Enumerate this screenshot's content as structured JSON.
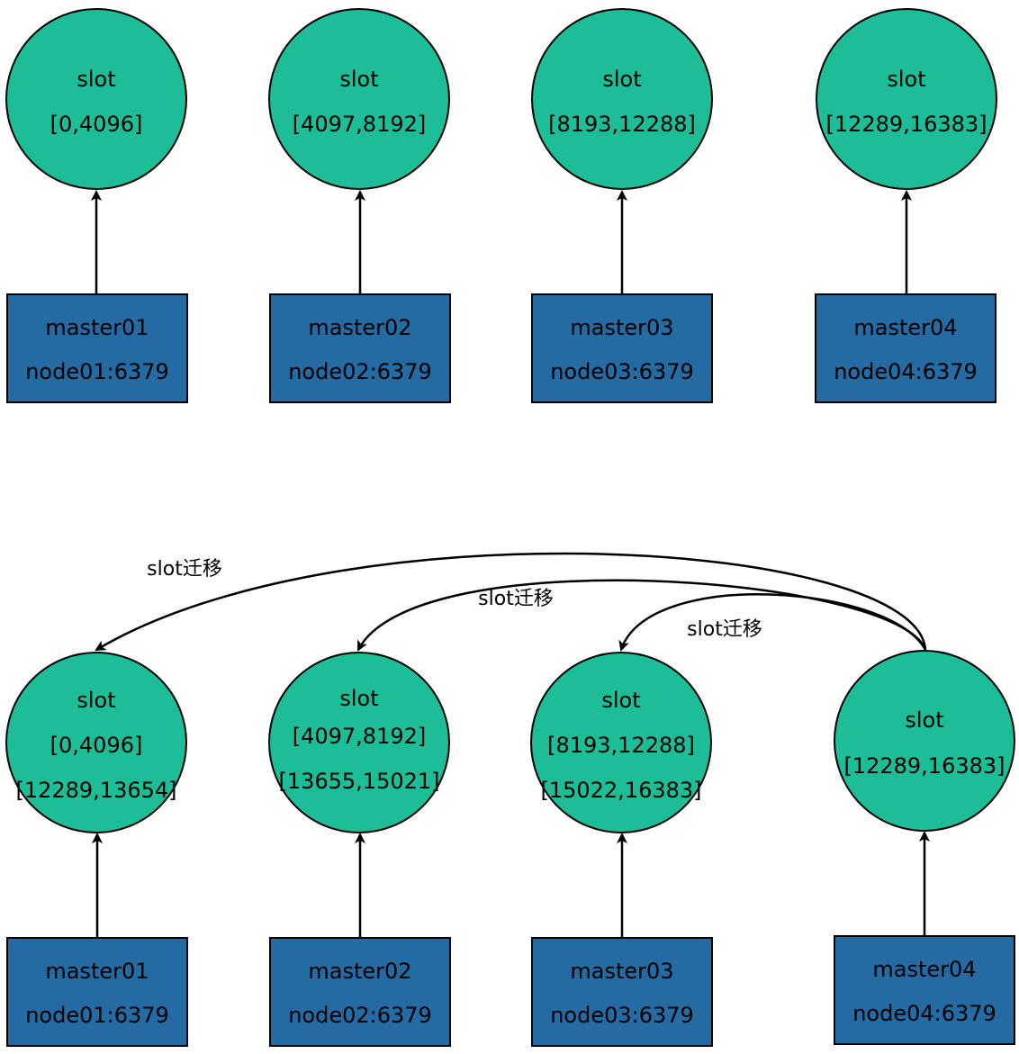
{
  "top_section": {
    "slots": [
      {
        "title": "slot",
        "ranges": [
          "[0,4096]"
        ]
      },
      {
        "title": "slot",
        "ranges": [
          "[4097,8192]"
        ]
      },
      {
        "title": "slot",
        "ranges": [
          "[8193,12288]"
        ]
      },
      {
        "title": "slot",
        "ranges": [
          "[12289,16383]"
        ]
      }
    ],
    "masters": [
      {
        "name": "master01",
        "address": "node01:6379"
      },
      {
        "name": "master02",
        "address": "node02:6379"
      },
      {
        "name": "master03",
        "address": "node03:6379"
      },
      {
        "name": "master04",
        "address": "node04:6379"
      }
    ]
  },
  "bottom_section": {
    "slots": [
      {
        "title": "slot",
        "ranges": [
          "[0,4096]",
          "[12289,13654]"
        ]
      },
      {
        "title": "slot",
        "ranges": [
          "[4097,8192]",
          "[13655,15021]"
        ]
      },
      {
        "title": "slot",
        "ranges": [
          "[8193,12288]",
          "[15022,16383]"
        ]
      },
      {
        "title": "slot",
        "ranges": [
          "[12289,16383]"
        ]
      }
    ],
    "masters": [
      {
        "name": "master01",
        "address": "node01:6379"
      },
      {
        "name": "master02",
        "address": "node02:6379"
      },
      {
        "name": "master03",
        "address": "node03:6379"
      },
      {
        "name": "master04",
        "address": "node04:6379"
      }
    ],
    "migrations": [
      {
        "label": "slot迁移"
      },
      {
        "label": "slot迁移"
      },
      {
        "label": "slot迁移"
      }
    ]
  },
  "colors": {
    "circle_fill": "#1dbe97",
    "box_fill": "#246aa3",
    "stroke": "#000000"
  }
}
